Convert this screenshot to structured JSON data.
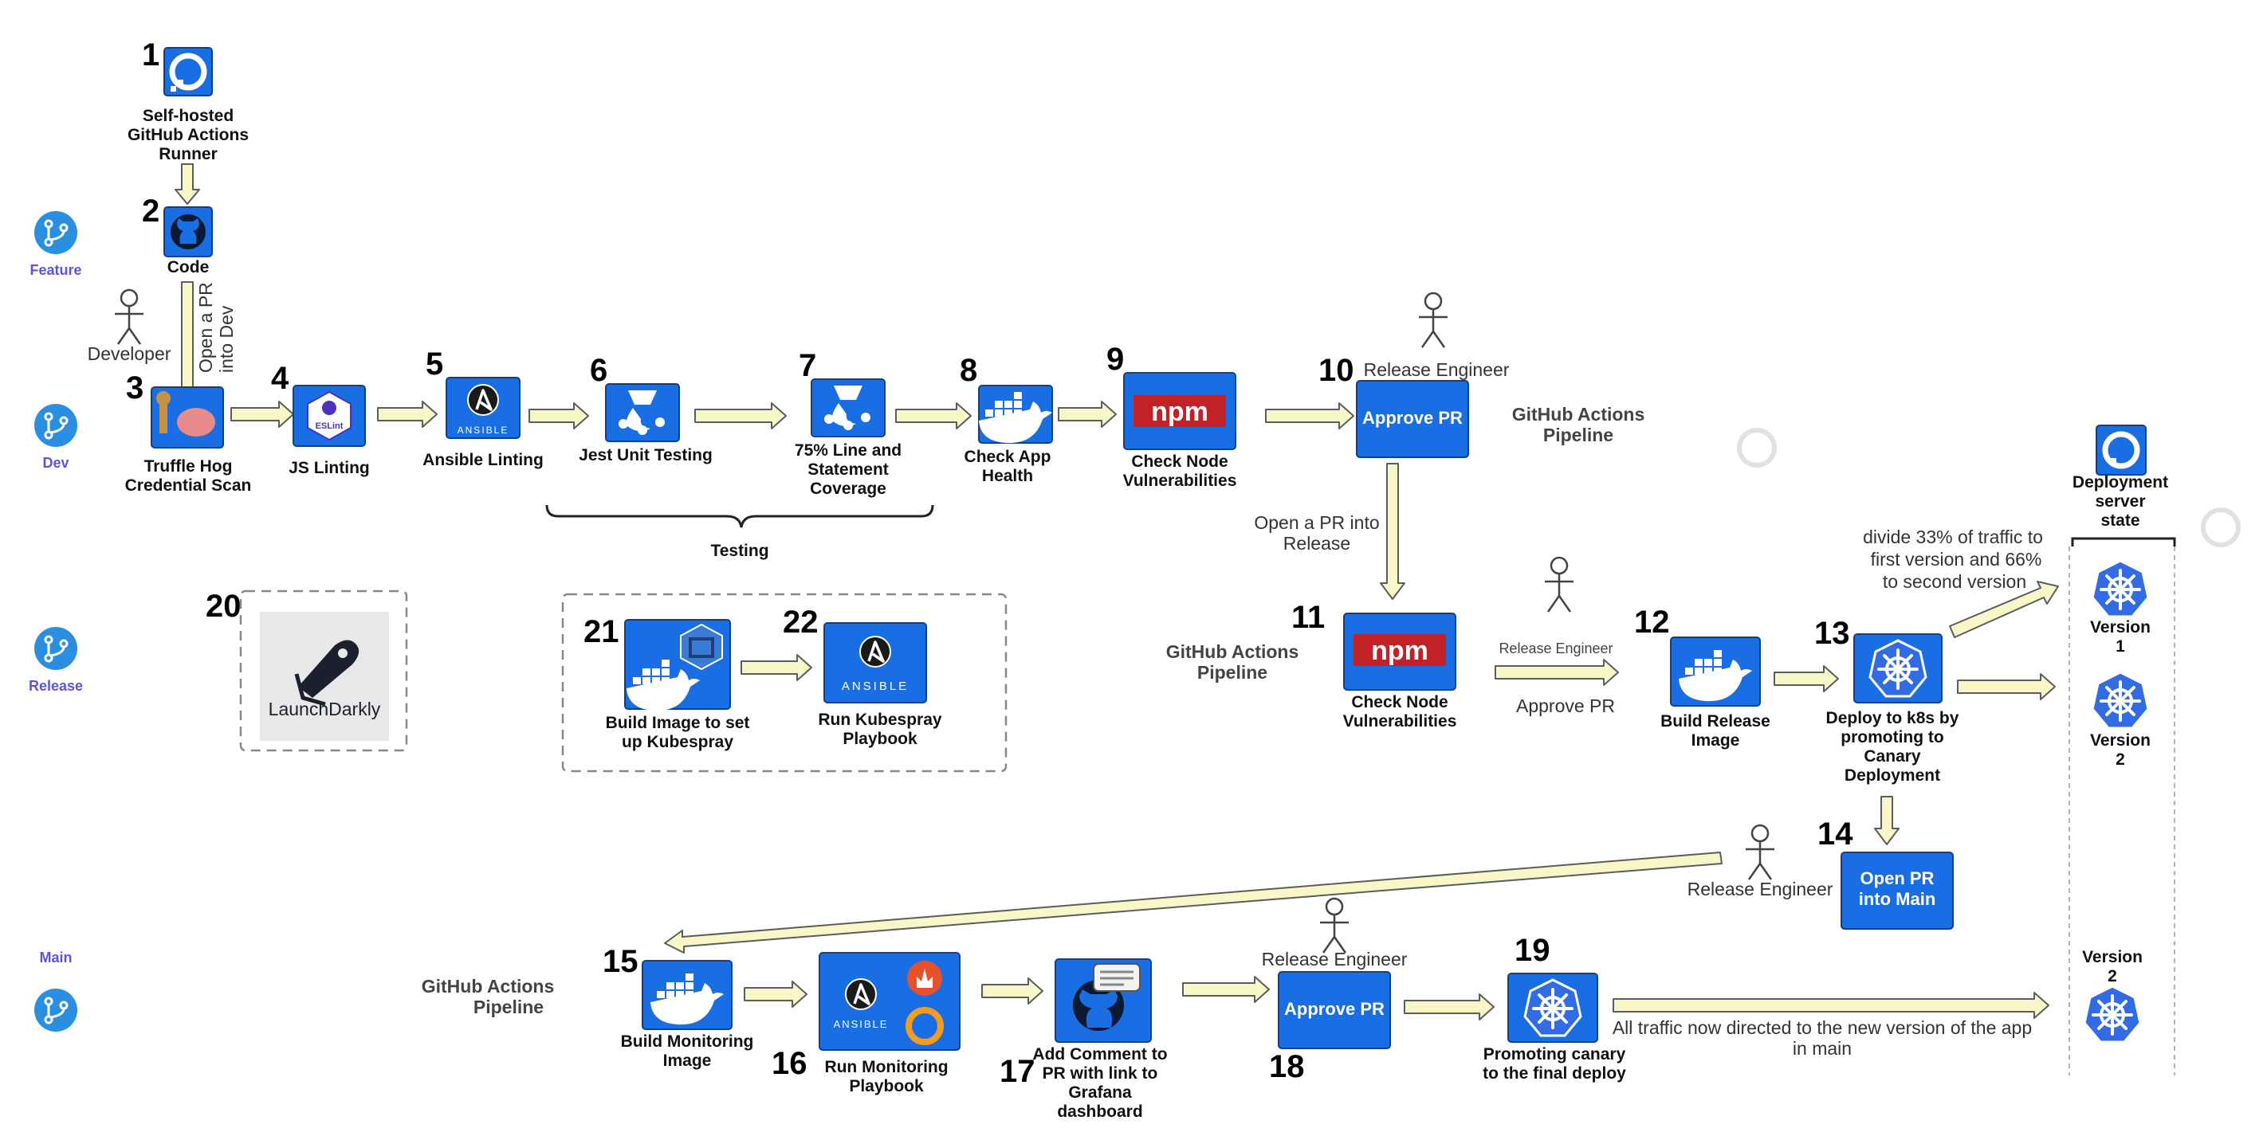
{
  "branches": [
    "Feature",
    "Dev",
    "Release",
    "Main"
  ],
  "steps": {
    "s1": {
      "num": "1",
      "lines": [
        "Self-hosted",
        "GitHub Actions",
        "Runner"
      ]
    },
    "s2": {
      "num": "2",
      "lines": [
        "Code"
      ]
    },
    "s3": {
      "num": "3",
      "lines": [
        "Truffle Hog",
        "Credential Scan"
      ]
    },
    "s4": {
      "num": "4",
      "lines": [
        "JS Linting"
      ]
    },
    "s5": {
      "num": "5",
      "lines": [
        "Ansible Linting"
      ]
    },
    "s6": {
      "num": "6",
      "lines": [
        "Jest Unit Testing"
      ]
    },
    "s7": {
      "num": "7",
      "lines": [
        "75% Line and",
        "Statement",
        "Coverage"
      ]
    },
    "s8": {
      "num": "8",
      "lines": [
        "Check App",
        "Health"
      ]
    },
    "s9": {
      "num": "9",
      "lines": [
        "Check Node",
        "Vulnerabilities"
      ]
    },
    "s10": {
      "num": "10",
      "box": "Approve PR"
    },
    "s11": {
      "num": "11",
      "lines": [
        "Check Node",
        "Vulnerabilities"
      ]
    },
    "s12": {
      "num": "12",
      "lines": [
        "Build Release",
        "Image"
      ]
    },
    "s13": {
      "num": "13",
      "lines": [
        "Deploy to k8s by",
        "promoting to",
        "Canary",
        "Deployment"
      ]
    },
    "s14": {
      "num": "14",
      "box": [
        "Open PR",
        "into Main"
      ]
    },
    "s15": {
      "num": "15",
      "lines": [
        "Build Monitoring",
        "Image"
      ]
    },
    "s16": {
      "num": "16",
      "lines": [
        "Run Monitoring",
        "Playbook"
      ]
    },
    "s17": {
      "num": "17",
      "lines": [
        "Add Comment to",
        "PR with link to",
        "Grafana",
        "dashboard"
      ]
    },
    "s18": {
      "num": "18",
      "box": "Approve PR"
    },
    "s19": {
      "num": "19",
      "lines": [
        "Promoting canary",
        "to the final deploy"
      ]
    },
    "s20": {
      "num": "20",
      "logo": "LaunchDarkly"
    },
    "s21": {
      "num": "21",
      "lines": [
        "Build Image to set",
        "up Kubespray"
      ]
    },
    "s22": {
      "num": "22",
      "lines": [
        "Run Kubespray",
        "Playbook"
      ]
    }
  },
  "actors": {
    "developer": "Developer",
    "release_engineer": "Release Engineer"
  },
  "notes": {
    "open_pr_dev": [
      "Open a PR",
      "into Dev"
    ],
    "open_pr_release": [
      "Open a PR into",
      "Release"
    ],
    "approve_pr": "Approve PR",
    "testing": "Testing",
    "pipeline": [
      "GitHub Actions",
      "Pipeline"
    ],
    "traffic_split": [
      "divide 33%  of traffic to",
      "first version and 66%",
      "to second version"
    ],
    "all_traffic": [
      "All traffic now directed to the new version of the app",
      "in main"
    ]
  },
  "deployment": {
    "title": [
      "Deployment",
      "server",
      "state"
    ],
    "v1": [
      "Version",
      "1"
    ],
    "v2": [
      "Version",
      "2"
    ],
    "main_v2": [
      "Version",
      "2"
    ]
  },
  "icons": {
    "runner": "digitalocean-icon",
    "code": "github-icon",
    "trufflehog": "trufflehog-pig-icon",
    "eslint": "eslint-icon",
    "ansible": "ansible-icon",
    "jest": "jest-icon",
    "docker": "docker-icon",
    "npm": "npm-icon",
    "kubernetes": "kubernetes-icon",
    "grafana": "grafana-icon",
    "prometheus": "prometheus-icon",
    "branch": "git-branch-icon"
  },
  "colors": {
    "brand_blue": "#1a6ee3",
    "branch_label": "#5b53e6",
    "arrow_fill": "#f7f7c8",
    "docker_blue": "#1d91d8",
    "k8s_blue": "#326ce5",
    "npm_red": "#c12127"
  }
}
